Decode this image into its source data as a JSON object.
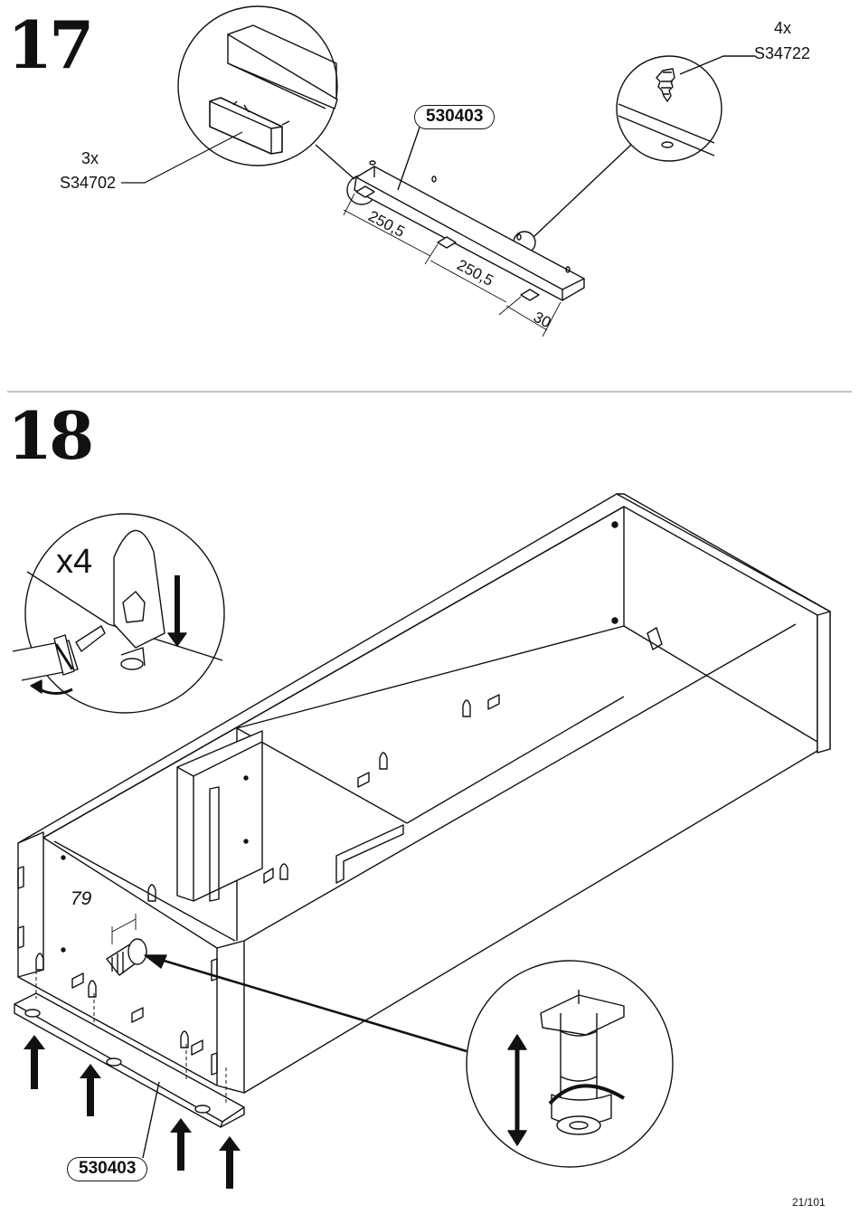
{
  "steps": [
    {
      "number": "17",
      "part_label": "530403",
      "callouts": [
        {
          "qty": "3x",
          "code": "S34702"
        },
        {
          "qty": "4x",
          "code": "S34722"
        }
      ],
      "dimensions": [
        "250,5",
        "250,5",
        "30"
      ]
    },
    {
      "number": "18",
      "part_label": "530403",
      "qty": "x4",
      "dimension": "79"
    }
  ],
  "page_number": "21/101"
}
